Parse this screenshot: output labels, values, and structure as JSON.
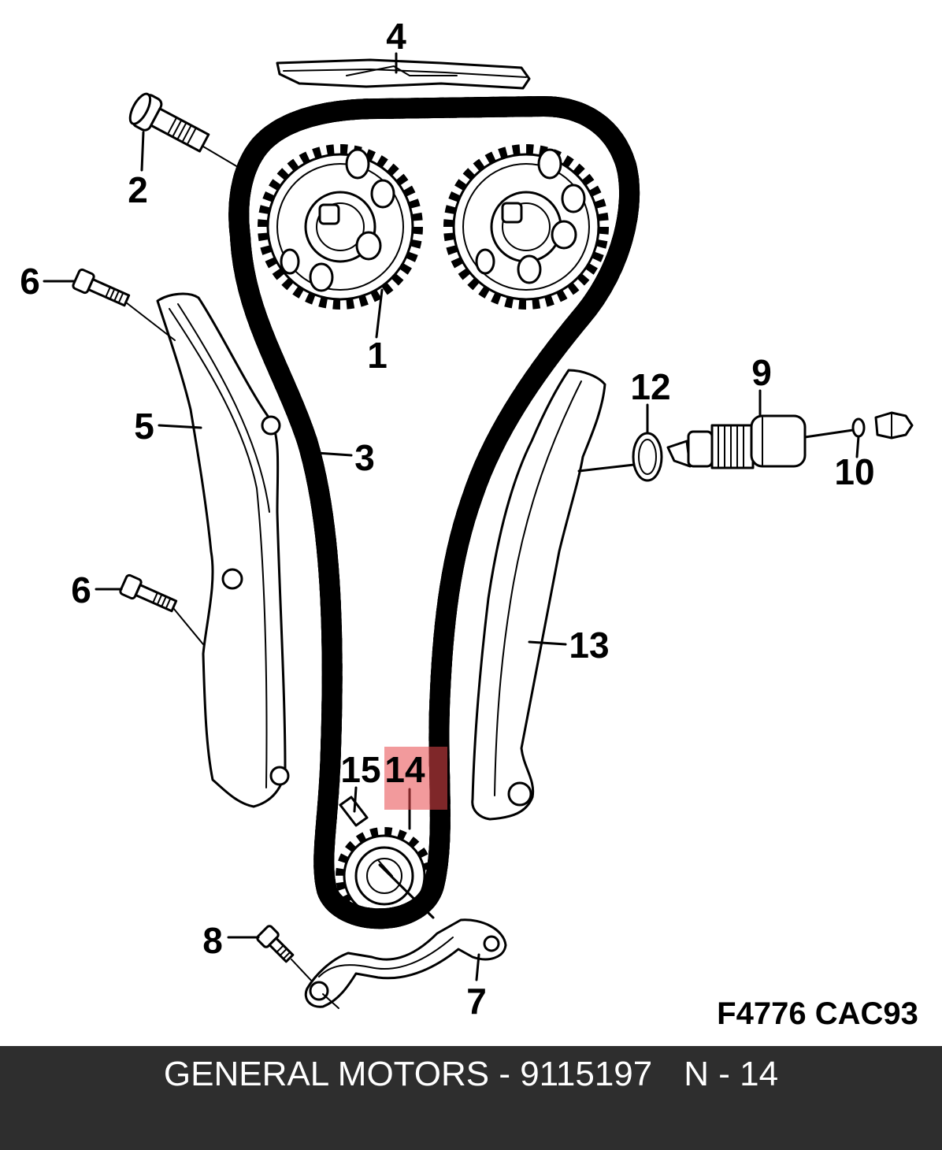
{
  "callouts": {
    "c1": "1",
    "c2": "2",
    "c3": "3",
    "c4": "4",
    "c5": "5",
    "c6a": "6",
    "c6b": "6",
    "c7": "7",
    "c8": "8",
    "c9": "9",
    "c10": "10",
    "c12": "12",
    "c13": "13",
    "c14": "14",
    "c15": "15"
  },
  "figure_code": "F4776 CAC93",
  "footer": {
    "brand_part": "GENERAL MOTORS - 9115197",
    "position": "N - 14"
  },
  "colors": {
    "highlight": "#e8474a",
    "footer_bg": "#2e2e2e",
    "line": "#000000"
  }
}
